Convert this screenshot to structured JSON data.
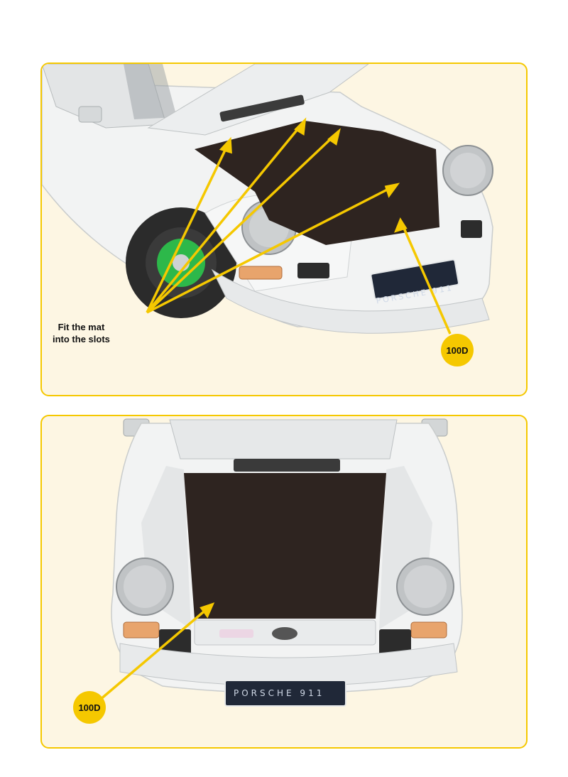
{
  "step1": {
    "instruction_line1": "Fit the mat",
    "instruction_line2": "into the slots",
    "part_badge": "100D",
    "plate_text": "PORSCHE 911"
  },
  "step2": {
    "part_badge": "100D",
    "plate_text": "PORSCHE 911"
  },
  "colors": {
    "panel_border": "#f5c800",
    "panel_background": "#fdf6e3",
    "arrow": "#f5c800",
    "mat": "#2e2420",
    "car_body": "#f2f3f3",
    "wheel_accent": "#2db84a"
  },
  "icons": [
    "car-illustration",
    "callout-arrow",
    "part-badge"
  ]
}
